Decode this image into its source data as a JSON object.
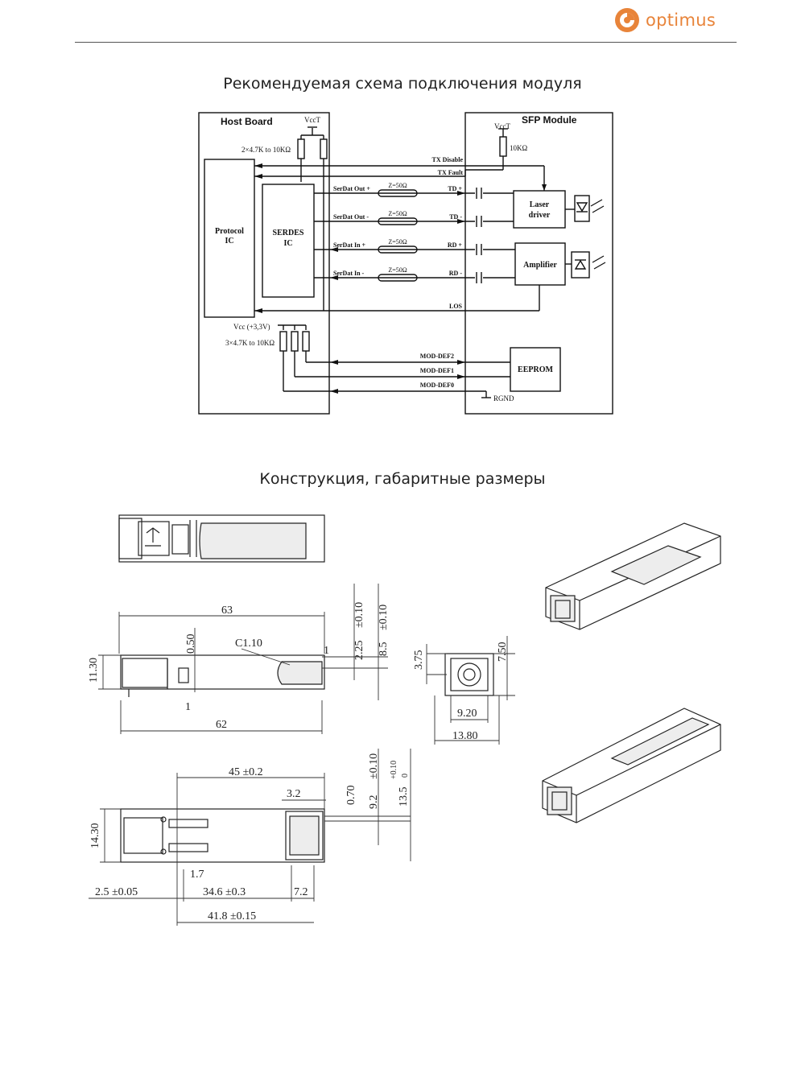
{
  "header": {
    "brand": "optimus",
    "logo_icon": "optimus-logo-icon",
    "accent": "#e8843a"
  },
  "section1": {
    "title": "Рекомендуемая схема подключения модуля"
  },
  "section2": {
    "title": "Конструкция, габаритные размеры"
  },
  "schematic": {
    "host_board": "Host Board",
    "sfp_module": "SFP Module",
    "vcct": "VccT",
    "pullup_host": "2×4.7K to 10KΩ",
    "pullup_module": "10KΩ",
    "protocol_ic_line1": "Protocol",
    "protocol_ic_line2": "IC",
    "serdes_line1": "SERDES",
    "serdes_line2": "IC",
    "tx_disable": "TX Disable",
    "tx_fault": "TX Fault",
    "serdat_out_p": "SerDat Out +",
    "serdat_out_n": "SerDat Out -",
    "serdat_in_p": "SerDat In +",
    "serdat_in_n": "SerDat In -",
    "impedance": "Z=50Ω",
    "td_p": "TD +",
    "td_n": "TD -",
    "rd_p": "RD +",
    "rd_n": "RD -",
    "los": "LOS",
    "laser_line1": "Laser",
    "laser_line2": "driver",
    "amplifier": "Amplifier",
    "vcc_33": "Vcc (+3,3V)",
    "pullup_3": "3×4.7K to 10KΩ",
    "mod_def2": "MOD-DEF2",
    "mod_def1": "MOD-DEF1",
    "mod_def0": "MOD-DEF0",
    "eeprom": "EEPROM",
    "rgnd": "RGND"
  },
  "dimensions": {
    "d63": "63",
    "d62": "62",
    "d050": "0.50",
    "c110": "C1.10",
    "d1a": "1",
    "d1b": "1",
    "d1130": "11.30",
    "d225": "2.25",
    "d225tol": "±0.10",
    "d85": "8.5",
    "d85tol": "±0.10",
    "d375": "3.75",
    "d750": "7.50",
    "d920": "9.20",
    "d1380": "13.80",
    "d45": "45 ±0.2",
    "d32": "3.2",
    "d070": "0.70",
    "d92": "9.2",
    "d92tol": "±0.10",
    "d135": "13.5",
    "d135tol_top": "+0.10",
    "d135tol_bot": "0",
    "d1430": "14.30",
    "d17": "1.7",
    "d25": "2.5 ±0.05",
    "d346": "34.6 ±0.3",
    "d72": "7.2",
    "d418": "41.8 ±0.15"
  }
}
